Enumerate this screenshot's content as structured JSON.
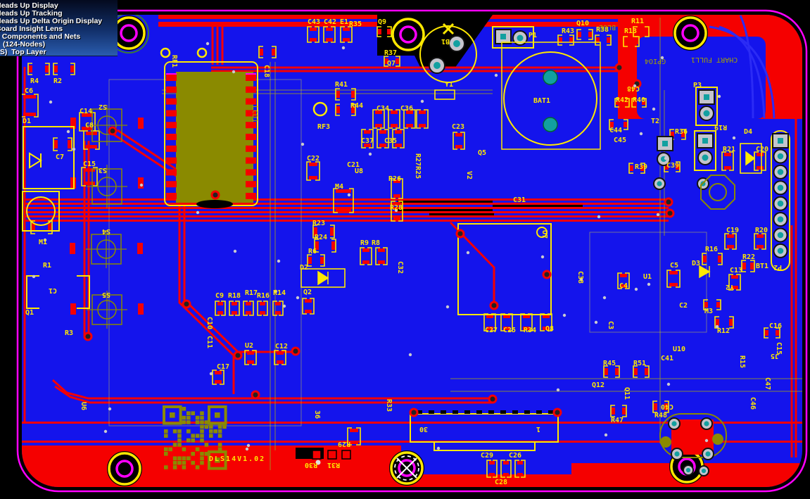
{
  "hud": {
    "lines": [
      "Heads Up Display",
      "Heads Up Tracking",
      "Heads Up Delta Origin Display",
      "Board Insight Lens",
      "e Components and Nets",
      "(124-Nodes)",
      "0S)  Top Layer"
    ]
  },
  "board": {
    "title": "DLS14V1.02",
    "layer_shown": "Top Layer",
    "colors": {
      "board": "#1414ec",
      "copper": "#f50000",
      "silkscreen": "#ffe800",
      "outline": "#ff00ff",
      "module": "#8a8a00",
      "padcenter": "#12a0a0"
    }
  },
  "components": [
    [
      "RF1",
      252,
      78,
      90
    ],
    [
      "C18",
      383,
      92,
      90
    ],
    [
      "LCD1",
      366,
      150,
      90,
      "o"
    ],
    [
      "C43",
      437,
      27
    ],
    [
      "C42",
      460,
      27
    ],
    [
      "E1",
      483,
      27
    ],
    [
      "R35",
      496,
      30
    ],
    [
      "Q9",
      537,
      27
    ],
    [
      "R37",
      546,
      71
    ],
    [
      "Q7",
      550,
      86
    ],
    [
      "R41",
      476,
      116
    ],
    [
      "R44",
      498,
      146
    ],
    [
      "RF3",
      451,
      176
    ],
    [
      "C34",
      535,
      150
    ],
    [
      "C36",
      569,
      150
    ],
    [
      "C37",
      513,
      196
    ],
    [
      "C35",
      546,
      196
    ],
    [
      "C23",
      642,
      176
    ],
    [
      "B1",
      627,
      53,
      180
    ],
    [
      "Y1",
      632,
      116
    ],
    [
      "P1",
      751,
      46
    ],
    [
      "R43",
      798,
      40
    ],
    [
      "Q10",
      819,
      29
    ],
    [
      "R38",
      847,
      38
    ],
    [
      "R13",
      887,
      40
    ],
    [
      "R11",
      897,
      26
    ],
    [
      "BLUE",
      851,
      33,
      180,
      "o"
    ],
    [
      "GPIO4",
      916,
      81,
      180,
      "o"
    ],
    [
      "CHART FULL1",
      982,
      79,
      180,
      "o"
    ],
    [
      "BAT1",
      758,
      139
    ],
    [
      "R42",
      875,
      138
    ],
    [
      "R40",
      899,
      138
    ],
    [
      "C48",
      891,
      120,
      180
    ],
    [
      "C44",
      866,
      181
    ],
    [
      "C45",
      872,
      195
    ],
    [
      "T2",
      925,
      168
    ],
    [
      "R36",
      959,
      183
    ],
    [
      "R39",
      902,
      233
    ],
    [
      "C39",
      947,
      231
    ],
    [
      "P3",
      985,
      117
    ],
    [
      "R19",
      1015,
      175,
      180
    ],
    [
      "D4",
      1057,
      183
    ],
    [
      "R21",
      1027,
      208
    ],
    [
      "C20",
      1074,
      208
    ],
    [
      "C19",
      1032,
      323
    ],
    [
      "R20",
      1073,
      323
    ],
    [
      "R22",
      1055,
      361
    ],
    [
      "R16",
      1002,
      350
    ],
    [
      "D3",
      983,
      370
    ],
    [
      "C13",
      1037,
      380
    ],
    [
      "BT1",
      1074,
      374
    ],
    [
      "P2",
      1099,
      374,
      180
    ],
    [
      "C16",
      1093,
      459
    ],
    [
      "C15",
      1111,
      486,
      90
    ],
    [
      "R15",
      1059,
      505,
      90
    ],
    [
      "J5",
      1095,
      500,
      180
    ],
    [
      "C47",
      1095,
      536,
      90
    ],
    [
      "C46",
      1074,
      564,
      90
    ],
    [
      "C2",
      965,
      430
    ],
    [
      "M3",
      1001,
      438
    ],
    [
      "R12",
      1019,
      466
    ],
    [
      "U10",
      956,
      492
    ],
    [
      "C41",
      939,
      505
    ],
    [
      "R45",
      857,
      512
    ],
    [
      "R51",
      900,
      512
    ],
    [
      "Q12",
      841,
      543
    ],
    [
      "Q11",
      895,
      550,
      90
    ],
    [
      "R47",
      868,
      593
    ],
    [
      "R48",
      930,
      586
    ],
    [
      "C40",
      939,
      572,
      180
    ],
    [
      "U7",
      778,
      327,
      90
    ],
    [
      "C38",
      829,
      385,
      90
    ],
    [
      "Q5",
      679,
      213
    ],
    [
      "V2",
      671,
      243,
      90
    ],
    [
      "C31",
      729,
      280
    ],
    [
      "R27R25",
      598,
      218,
      90
    ],
    [
      "C27",
      689,
      465
    ],
    [
      "C25",
      715,
      465
    ],
    [
      "R34",
      744,
      465
    ],
    [
      "Q8",
      775,
      463
    ],
    [
      "C4",
      880,
      402
    ],
    [
      "U1",
      914,
      389
    ],
    [
      "C5",
      952,
      373
    ],
    [
      "Y2",
      1031,
      402,
      180
    ],
    [
      "C3",
      872,
      456,
      90
    ],
    [
      "C22",
      436,
      221
    ],
    [
      "C21",
      493,
      230
    ],
    [
      "U8",
      504,
      239
    ],
    [
      "M4",
      476,
      261
    ],
    [
      "R26",
      552,
      250
    ],
    [
      "R28",
      554,
      291
    ],
    [
      "R23",
      444,
      313
    ],
    [
      "R24",
      447,
      333
    ],
    [
      "R9",
      512,
      341
    ],
    [
      "R8",
      528,
      341
    ],
    [
      "R6",
      438,
      353
    ],
    [
      "D2",
      426,
      376
    ],
    [
      "C32",
      573,
      371,
      90
    ],
    [
      "C9",
      306,
      416
    ],
    [
      "R18",
      324,
      416
    ],
    [
      "R17",
      348,
      412
    ],
    [
      "R16",
      365,
      416
    ],
    [
      "R14",
      388,
      412
    ],
    [
      "Q2",
      431,
      411
    ],
    [
      "C10",
      302,
      450,
      90
    ],
    [
      "C11",
      302,
      477,
      90
    ],
    [
      "U2",
      348,
      487
    ],
    [
      "C12",
      391,
      488
    ],
    [
      "C17",
      308,
      517
    ],
    [
      "U6",
      123,
      571,
      90
    ],
    [
      "R33",
      557,
      567,
      90
    ],
    [
      "36",
      455,
      583,
      90
    ],
    [
      "R29",
      480,
      625,
      180
    ],
    [
      "R30",
      433,
      655,
      180
    ],
    [
      "R31",
      465,
      655,
      180
    ],
    [
      "30",
      596,
      604,
      180
    ],
    [
      "1",
      762,
      604,
      180
    ],
    [
      "C29",
      683,
      643
    ],
    [
      "C26",
      723,
      643
    ],
    [
      "C28",
      703,
      681
    ],
    [
      "R4",
      43,
      111
    ],
    [
      "R2",
      76,
      111
    ],
    [
      "C6",
      35,
      125
    ],
    [
      "C14",
      113,
      154
    ],
    [
      "D1",
      32,
      168
    ],
    [
      "C8",
      121,
      174
    ],
    [
      "C7",
      79,
      219
    ],
    [
      "C15",
      118,
      229
    ],
    [
      "M1",
      55,
      340
    ],
    [
      "R1",
      61,
      373
    ],
    [
      "C1",
      69,
      407,
      180
    ],
    [
      "Q1",
      36,
      440
    ],
    [
      "R3",
      92,
      469
    ],
    [
      "S2",
      140,
      146,
      180
    ],
    [
      "S3",
      140,
      236,
      180
    ],
    [
      "S4",
      145,
      323,
      180
    ],
    [
      "S5",
      145,
      413,
      180
    ]
  ]
}
